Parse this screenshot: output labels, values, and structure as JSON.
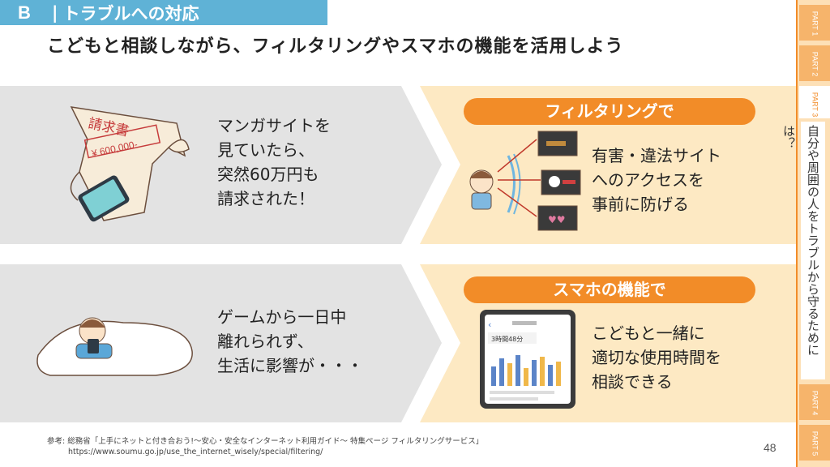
{
  "section": {
    "letter": "B",
    "title": "トラブルへの対応"
  },
  "headline": "こどもと相談しながら、フィルタリングやスマホの機能を活用しよう",
  "rows": [
    {
      "problem": "マンガサイトを\n見ていたら、\n突然60万円も\n請求された！",
      "bill_title": "請求書",
      "bill_amount": "¥ 600,000-",
      "solution_title": "フィルタリングで",
      "solution_text": "有害・違法サイト\nへのアクセスを\n事前に防げる"
    },
    {
      "problem": "ゲームから一日中\n離れられず、\n生活に影響が・・・",
      "solution_title": "スマホの機能で",
      "screen_time": "3時間48分",
      "solution_text": "こどもと一緒に\n適切な使用時間を\n相談できる"
    }
  ],
  "sidebar": {
    "parts": [
      "PART 1",
      "PART 2",
      "PART 3",
      "PART 4",
      "PART 5"
    ],
    "active_title": "自分や周囲の人をトラブルから守るためには？"
  },
  "footnote": {
    "line1": "参考: 総務省「上手にネットと付き合おう!～安心・安全なインターネット利用ガイド～ 特集ページ フィルタリングサービス」",
    "line2": "https://www.soumu.go.jp/use_the_internet_wisely/special/filtering/"
  },
  "page_number": "48",
  "colors": {
    "section_bg": "#5fb2d6",
    "accent": "#f28c28",
    "solution_bg": "#fde9c3",
    "problem_bg": "#e3e3e3"
  },
  "icons": [
    "invoice-illustration",
    "smartphone-icon",
    "child-user-icon",
    "gun-screen-icon",
    "pirate-site-icon",
    "hearts-screen-icon",
    "kid-in-bed-illustration",
    "screen-time-phone-icon"
  ]
}
